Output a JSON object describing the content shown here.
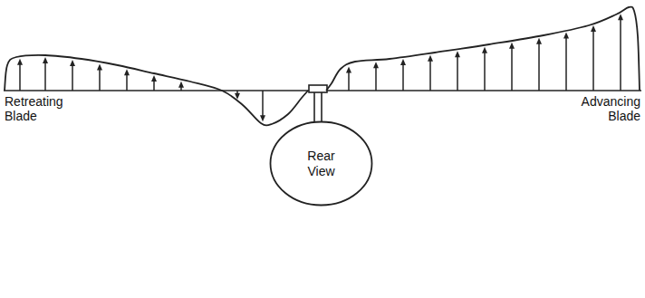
{
  "diagram": {
    "nodes": [
      {
        "text": [
          "Rear View"
        ]
      }
    ],
    "labels": [
      "Retreating Blade",
      "Advancing Blade"
    ]
  }
}
